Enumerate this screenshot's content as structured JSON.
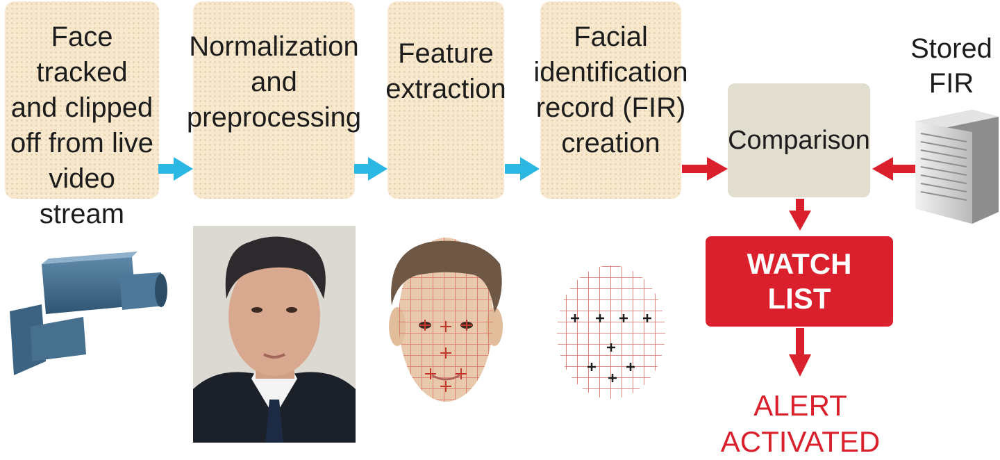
{
  "steps": [
    {
      "label": "Face tracked\nand clipped\noff from live\nvideo stream"
    },
    {
      "label": "Normalization\nand\npreprocessing"
    },
    {
      "label": "Feature\nextraction"
    },
    {
      "label": "Facial\nidentification\nrecord (FIR)\ncreation"
    }
  ],
  "comparison": {
    "label": "Comparison"
  },
  "stored_fir": {
    "label": "Stored\nFIR"
  },
  "watch_list": {
    "label": "WATCH\nLIST"
  },
  "alert": {
    "label": "ALERT\nACTIVATED"
  },
  "colors": {
    "step_box": "#f8e9ce",
    "compare_box": "#e1ddcf",
    "flow_arrow": "#2bb7e2",
    "alert_red": "#d9202c"
  },
  "icons": [
    "video-camera-icon",
    "face-photo",
    "face-grid-drawing",
    "feature-point-grid",
    "server-icon"
  ]
}
